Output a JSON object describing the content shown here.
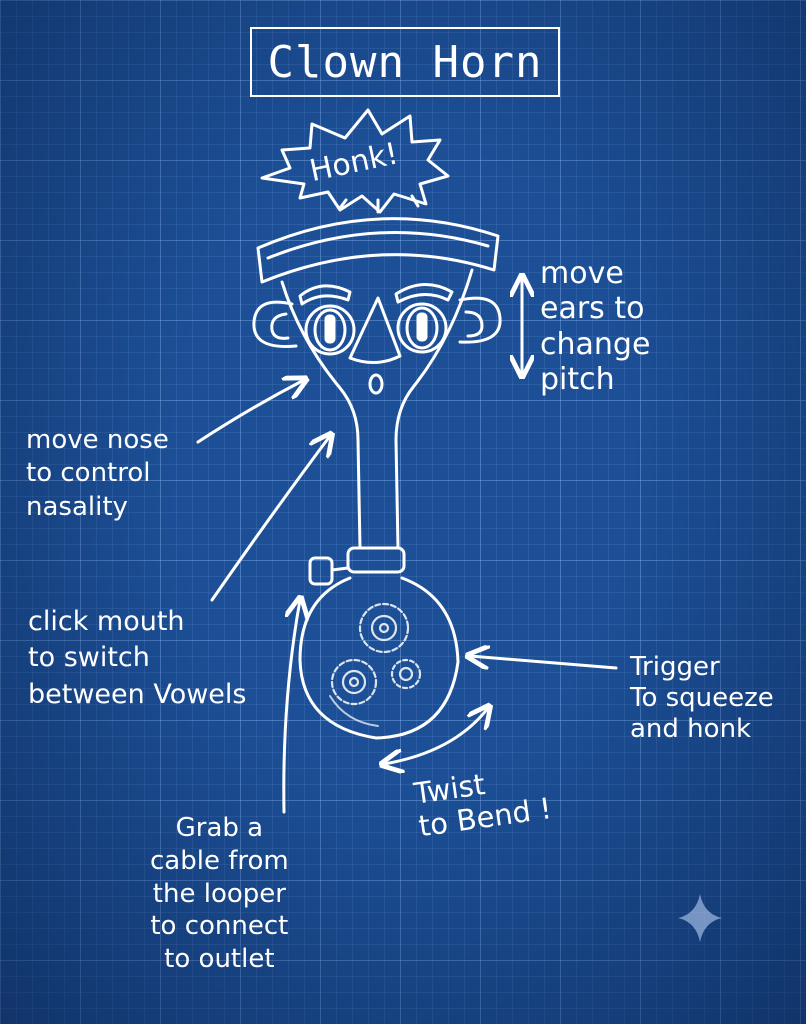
{
  "title": "Clown Horn",
  "honk": "Honk!",
  "annotations": {
    "ears": "move\nears to\nchange\npitch",
    "nose": "move nose\nto control\nnasality",
    "mouth": "click mouth\nto switch\nbetween Vowels",
    "trigger": "Trigger\nTo squeeze\nand honk",
    "twist": "Twist\nto Bend !",
    "cable": "Grab a\ncable from\nthe looper\nto connect\nto outlet"
  },
  "colors": {
    "background": "#1c4f96",
    "ink": "#ffffff"
  }
}
